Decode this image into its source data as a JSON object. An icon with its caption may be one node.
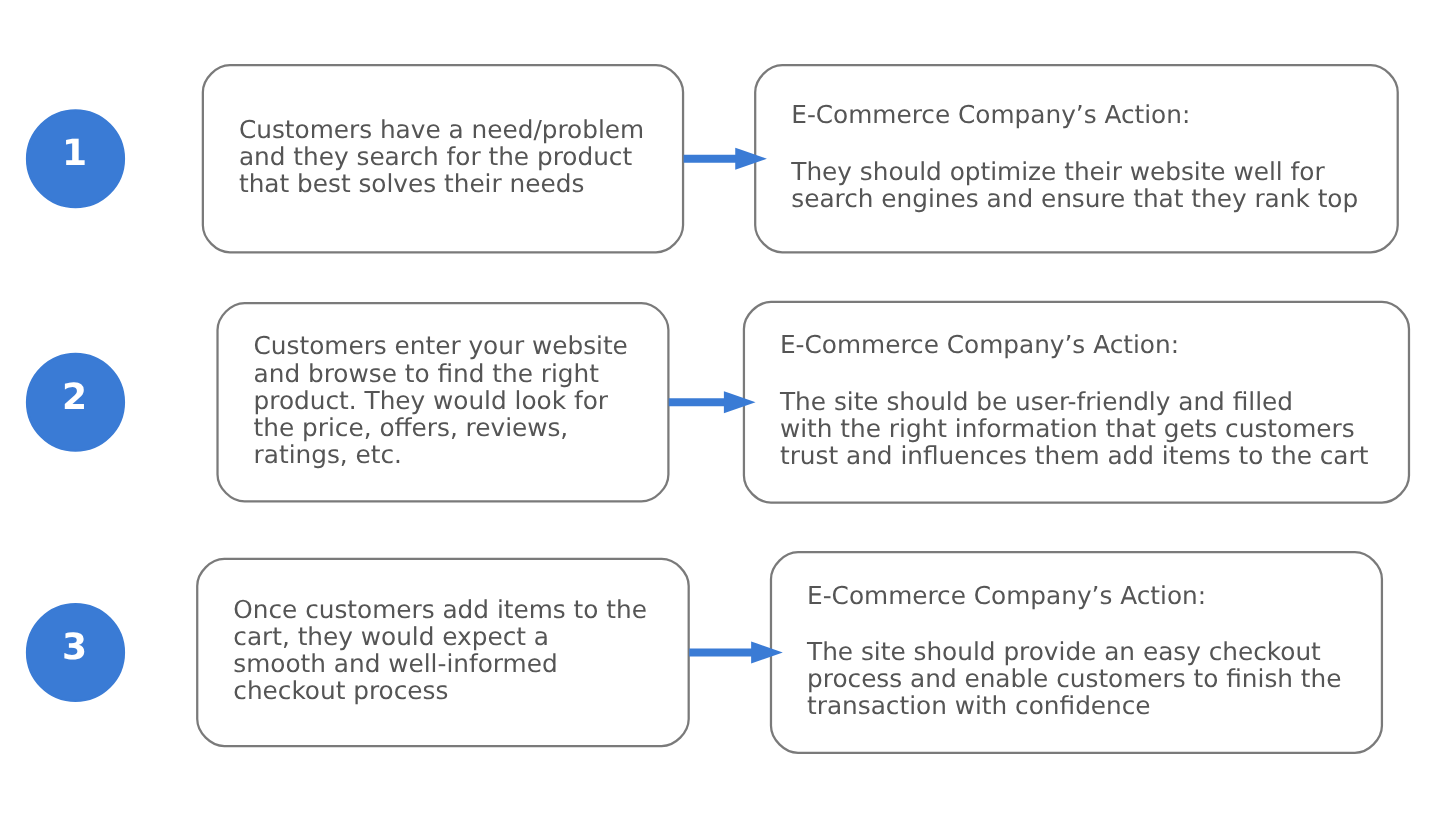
{
  "diagram": {
    "nodes": [
      {
        "text": [
          "1"
        ]
      },
      {
        "text": [
          "Customers have a need/problem and they search for the product that best solves their needs"
        ]
      },
      {
        "text": [
          "E-Commerce Company’s Action:",
          "They should optimize their website well for search engines and ensure that they rank top"
        ]
      },
      {
        "text": [
          "2"
        ]
      },
      {
        "text": [
          "Customers enter your website and browse to find the right product. They would look for the price, offers, reviews, ratings, etc."
        ]
      },
      {
        "text": [
          "E-Commerce Company’s Action:",
          "The site should be user-friendly and filled with the right information that gets customers trust and influences them add items to the cart"
        ]
      },
      {
        "text": [
          "3"
        ]
      },
      {
        "text": [
          "Once customers add items to the cart, they would expect a smooth and well-informed checkout process"
        ]
      },
      {
        "text": [
          "E-Commerce Company’s Action:",
          "The site should provide an easy checkout process and enable customers to finish the transaction with confidence"
        ]
      }
    ],
    "edges": [
      {
        "from": 1,
        "to": 2,
        "arrow": "to"
      },
      {
        "from": 4,
        "to": 5,
        "arrow": "to"
      },
      {
        "from": 7,
        "to": 8,
        "arrow": "to"
      }
    ]
  }
}
